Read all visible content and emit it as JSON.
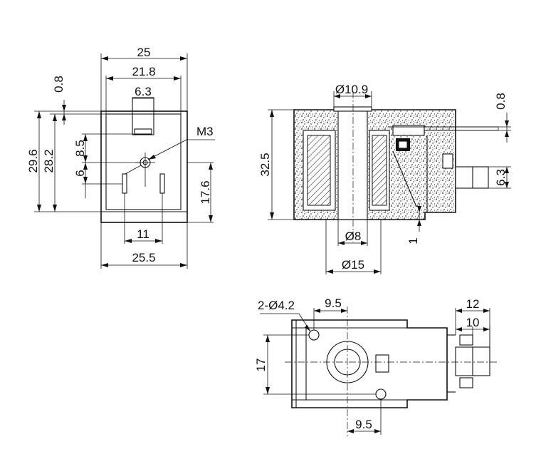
{
  "dimensions": {
    "front_width": "25",
    "front_inner_width": "21.8",
    "pin_spacing_top": "6.3",
    "top_offset": "0.8",
    "overall_height": "29.6",
    "inner_height": "28.2",
    "screw_offset": "8.5",
    "pin_offset": "6",
    "screw_thread": "M3",
    "right_height": "17.6",
    "pin_spacing": "11",
    "base_width": "25.5",
    "bore_top": "Ø10.9",
    "section_height": "32.5",
    "flange_offset": "0.8",
    "tab_width": "6.3",
    "bore_bottom": "Ø8",
    "base_diameter": "Ø15",
    "step": "1",
    "holes": "2-Ø4.2",
    "hole_spacing_top": "9.5",
    "hole_spacing_bottom": "9.5",
    "bottom_height": "17",
    "pin_length_outer": "12",
    "pin_length_inner": "10"
  }
}
